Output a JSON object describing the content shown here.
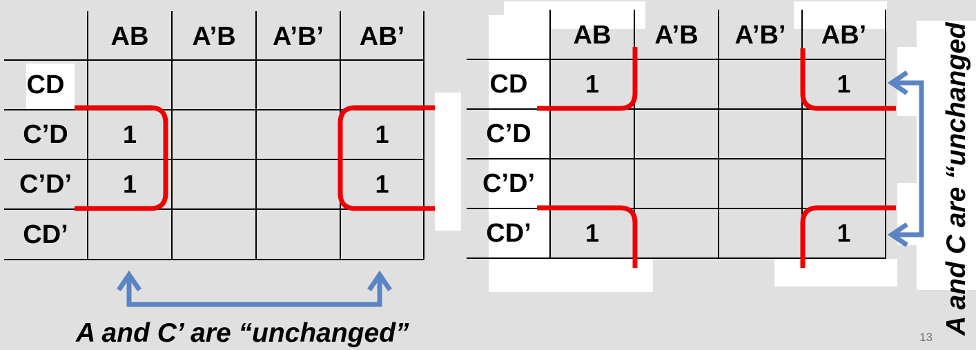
{
  "left_kmap": {
    "col_headers": [
      "AB",
      "A’B",
      "A’B’",
      "AB’"
    ],
    "row_headers": [
      "CD",
      "C’D",
      "C’D’",
      "CD’"
    ],
    "cells": [
      [
        "",
        "",
        "",
        ""
      ],
      [
        "1",
        "",
        "",
        "1"
      ],
      [
        "1",
        "",
        "",
        "1"
      ],
      [
        "",
        "",
        "",
        ""
      ]
    ]
  },
  "right_kmap": {
    "col_headers": [
      "AB",
      "A’B",
      "A’B’",
      "AB’"
    ],
    "row_headers": [
      "CD",
      "C’D",
      "C’D’",
      "CD’"
    ],
    "cells": [
      [
        "1",
        "",
        "",
        "1"
      ],
      [
        "",
        "",
        "",
        ""
      ],
      [
        "",
        "",
        "",
        ""
      ],
      [
        "1",
        "",
        "",
        "1"
      ]
    ]
  },
  "captions": {
    "bottom": "A and C’ are “unchanged”",
    "side": "A and C are “unchanged"
  },
  "page_number": "13",
  "colors": {
    "background": "#e0e0e0",
    "group_outline": "#ee0000",
    "arrow": "#5b84c4",
    "text": "#000000"
  }
}
